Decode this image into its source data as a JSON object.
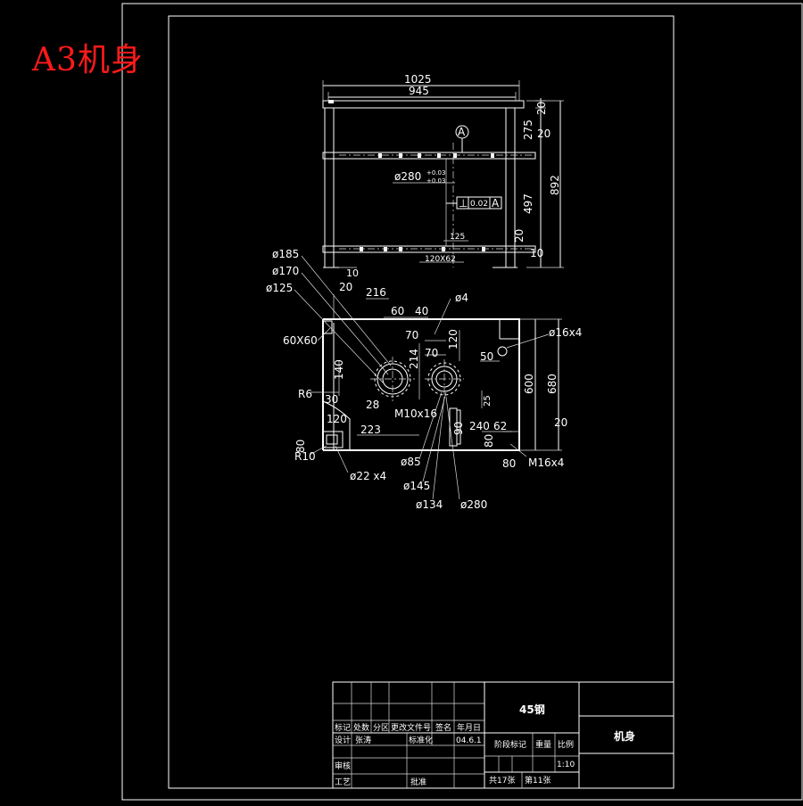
{
  "sheet_label": "A3机身",
  "front_view": {
    "top_dims": [
      "1025",
      "945"
    ],
    "right_dims": [
      "20",
      "275",
      "20",
      "892",
      "497",
      "20",
      "10"
    ],
    "datum": "A",
    "bore_dia": "ø280",
    "tol_upper": "+0.03",
    "tol_lower": "+0.03",
    "perp_symbol": "⊥",
    "perp_value": "0.02",
    "perp_datum": "A",
    "bottom_dims": [
      "125",
      "120X62",
      "10"
    ]
  },
  "plan_view": {
    "left_labels": [
      "ø185",
      "ø170",
      "ø125",
      "60X60",
      "R6",
      "80",
      "R10"
    ],
    "top_dims": [
      "20",
      "216",
      "60",
      "40",
      "ø4",
      "70",
      "70",
      "120"
    ],
    "right_labels": [
      "ø16x4",
      "50",
      "600",
      "680",
      "20",
      "M16x4"
    ],
    "inner_dims": [
      "140",
      "214",
      "30",
      "28",
      "M10x16",
      "25",
      "240",
      "62",
      "223",
      "120",
      "90",
      "80",
      "80"
    ],
    "bottom_labels": [
      "ø22 x4",
      "ø85",
      "ø145",
      "ø134",
      "ø280"
    ]
  },
  "title_block": {
    "material": "45钢",
    "part_name": "机身",
    "headers": [
      "标记",
      "处数",
      "分区",
      "更改文件号",
      "签名",
      "年月日"
    ],
    "row_design": [
      "设计",
      "张涛",
      "标准化",
      "04.6.1"
    ],
    "row_stage": [
      "阶段标记",
      "重量",
      "比例"
    ],
    "scale": "1:10",
    "review": "审核",
    "process": "工艺",
    "approve": "批准",
    "sheets": "共17张",
    "sheet_no": "第11张"
  },
  "colors": {
    "background": "#000000",
    "lines": "#ffffff",
    "label": "#ff1a1a"
  }
}
